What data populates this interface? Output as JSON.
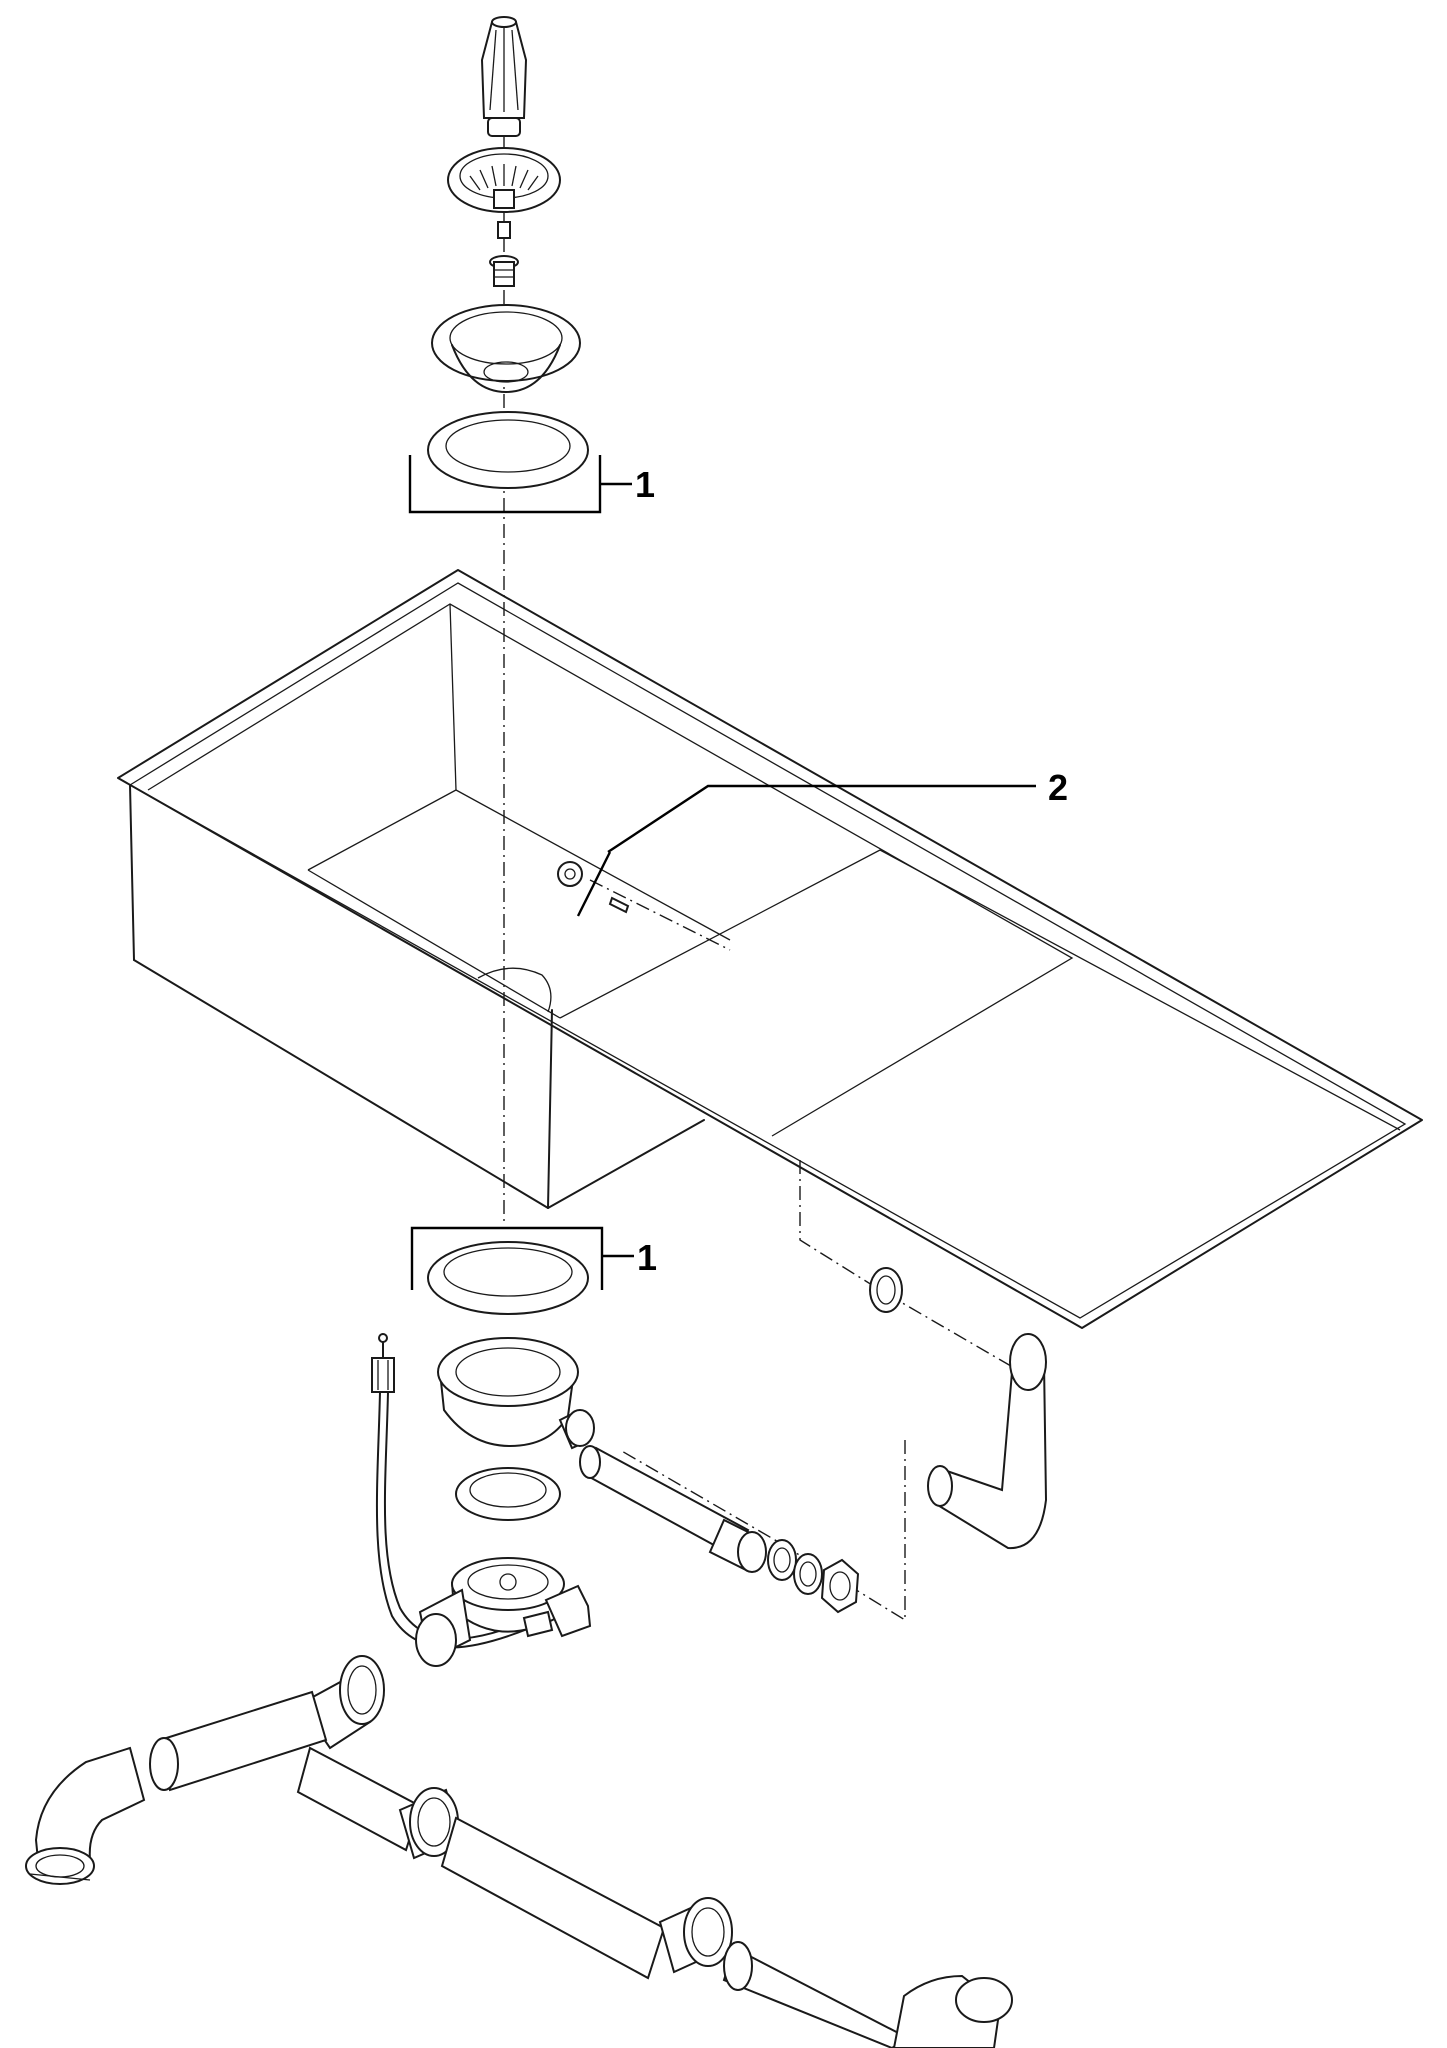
{
  "callouts": [
    {
      "label": "1"
    },
    {
      "label": "2"
    },
    {
      "label": "1"
    }
  ]
}
